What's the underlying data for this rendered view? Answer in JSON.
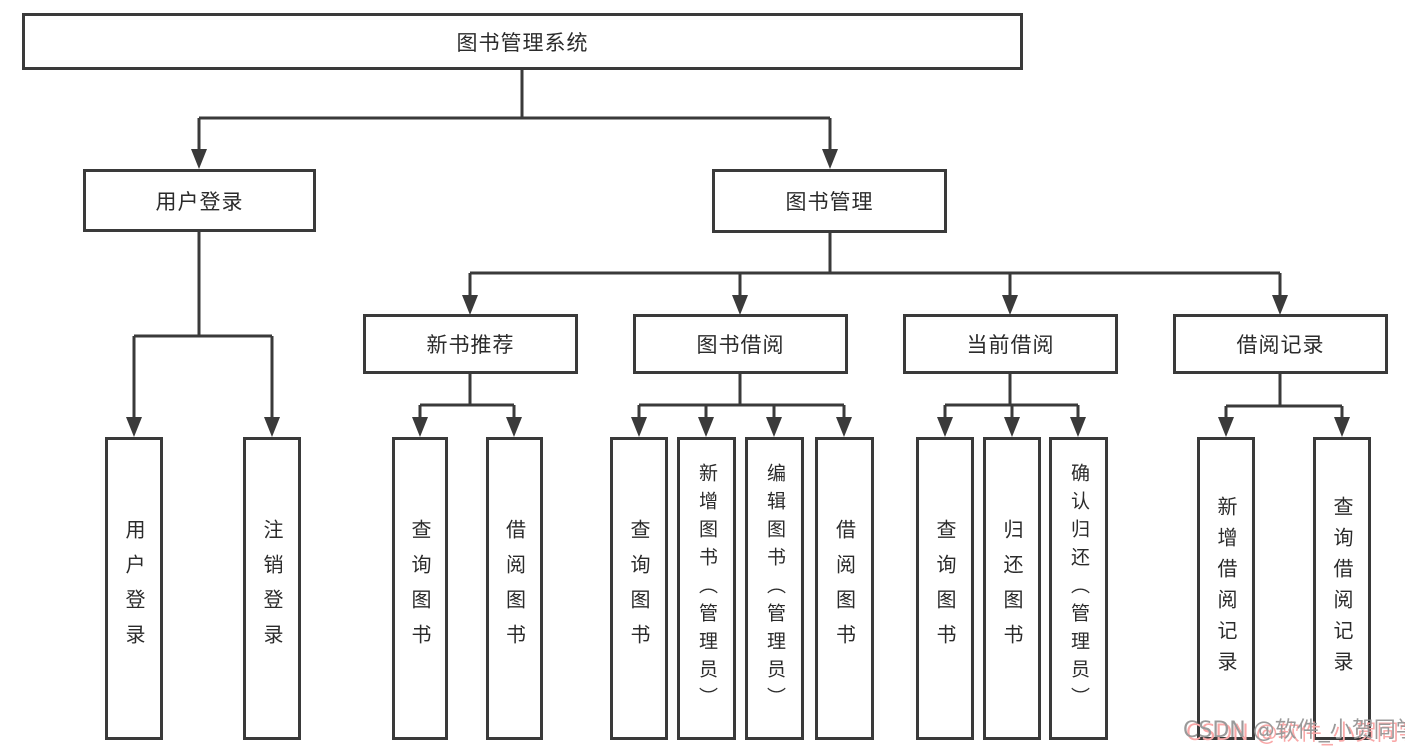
{
  "diagram": {
    "title_node": "图书管理系统",
    "nodes": {
      "root": "图书管理系统",
      "user_login": "用户登录",
      "book_mgmt": "图书管理",
      "new_book_rec": "新书推荐",
      "book_borrow": "图书借阅",
      "current_borrow": "当前借阅",
      "borrow_record": "借阅记录",
      "leaf_user_login": "用户登录",
      "leaf_logout": "注销登录",
      "leaf_nb_query": "查询图书",
      "leaf_nb_borrow": "借阅图书",
      "leaf_bb_query": "查询图书",
      "leaf_bb_add": "新增图书（管理员）",
      "leaf_bb_edit": "编辑图书（管理员）",
      "leaf_bb_borrow": "借阅图书",
      "leaf_cb_query": "查询图书",
      "leaf_cb_return": "归还图书",
      "leaf_cb_confirm": "确认归还（管理员）",
      "leaf_br_add": "新增借阅记录",
      "leaf_br_query": "查询借阅记录"
    },
    "edges": [
      [
        "图书管理系统",
        "用户登录"
      ],
      [
        "图书管理系统",
        "图书管理"
      ],
      [
        "用户登录",
        "用户登录(叶)"
      ],
      [
        "用户登录",
        "注销登录"
      ],
      [
        "图书管理",
        "新书推荐"
      ],
      [
        "图书管理",
        "图书借阅"
      ],
      [
        "图书管理",
        "当前借阅"
      ],
      [
        "图书管理",
        "借阅记录"
      ],
      [
        "新书推荐",
        "查询图书"
      ],
      [
        "新书推荐",
        "借阅图书"
      ],
      [
        "图书借阅",
        "查询图书"
      ],
      [
        "图书借阅",
        "新增图书（管理员）"
      ],
      [
        "图书借阅",
        "编辑图书（管理员）"
      ],
      [
        "图书借阅",
        "借阅图书"
      ],
      [
        "当前借阅",
        "查询图书"
      ],
      [
        "当前借阅",
        "归还图书"
      ],
      [
        "当前借阅",
        "确认归还（管理员）"
      ],
      [
        "借阅记录",
        "新增借阅记录"
      ],
      [
        "借阅记录",
        "查询借阅记录"
      ]
    ],
    "colors": {
      "line": "#3a3a3a",
      "box_border": "#3a3a3a",
      "text": "#2b2b2b",
      "background": "#ffffff"
    }
  },
  "watermark": {
    "text": "CSDN @软件_小贺同学",
    "gray": "#9a9a9a",
    "pink": "#f9a8a8"
  }
}
